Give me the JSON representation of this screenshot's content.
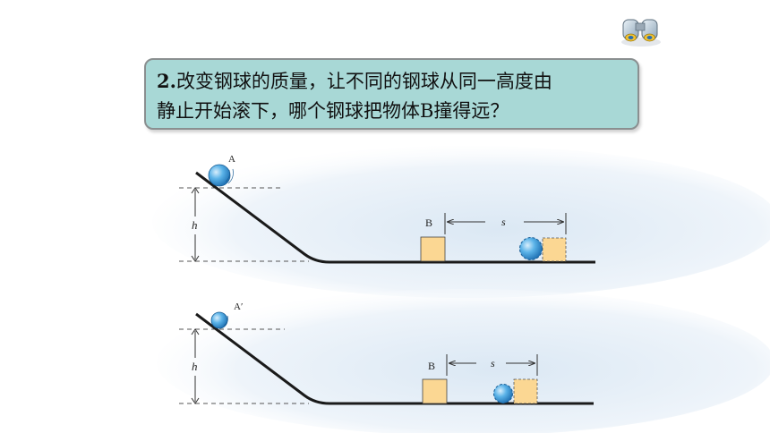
{
  "question": {
    "number": "2.",
    "line1": "改变钢球的质量，让不同的钢球从同一高度由",
    "line2": "静止开始滚下，哪个钢球把物体B撞得远？"
  },
  "icon": "binoculars-icon",
  "diagram_top": {
    "ball_label": "A",
    "height_label": "h",
    "block_label": "B",
    "distance_label": "s"
  },
  "diagram_bottom": {
    "ball_label": "A′",
    "height_label": "h",
    "block_label": "B",
    "distance_label": "s"
  },
  "colors": {
    "box_fill": "#a8d8d6",
    "ball": "#3a9ad9",
    "block": "#fbd793",
    "background_glow": "#e6f0f8"
  }
}
